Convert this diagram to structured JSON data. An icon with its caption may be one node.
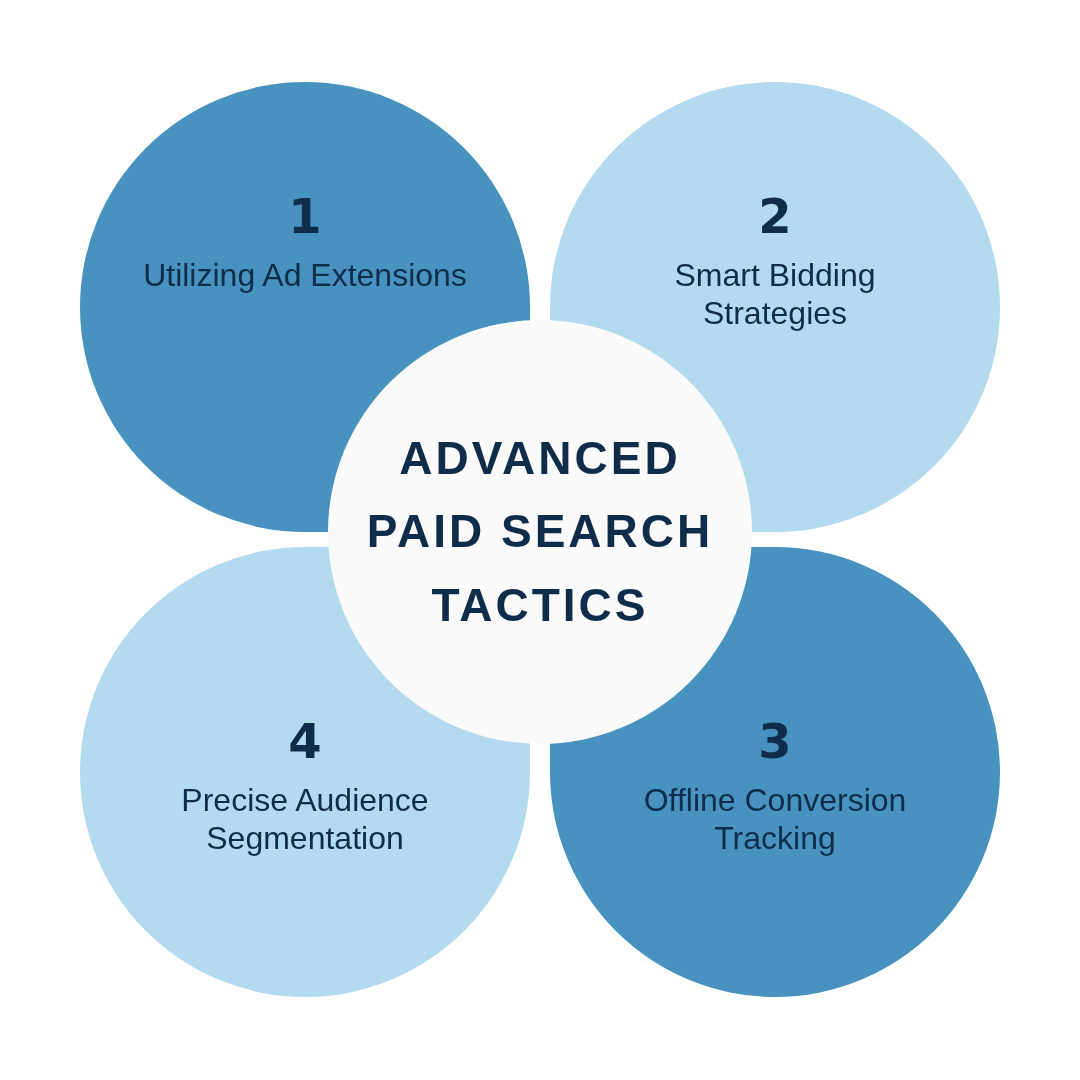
{
  "diagram": {
    "nodes": [
      {
        "text": [
          "1",
          "Utilizing Ad Extensions"
        ]
      },
      {
        "text": [
          "2",
          "Smart Bidding Strategies"
        ]
      },
      {
        "text": [
          "ADVANCED PAID SEARCH TACTICS"
        ]
      },
      {
        "text": [
          "4",
          "Precise Audience Segmentation"
        ]
      },
      {
        "text": [
          "3",
          "Offline Conversion Tracking"
        ]
      }
    ]
  }
}
